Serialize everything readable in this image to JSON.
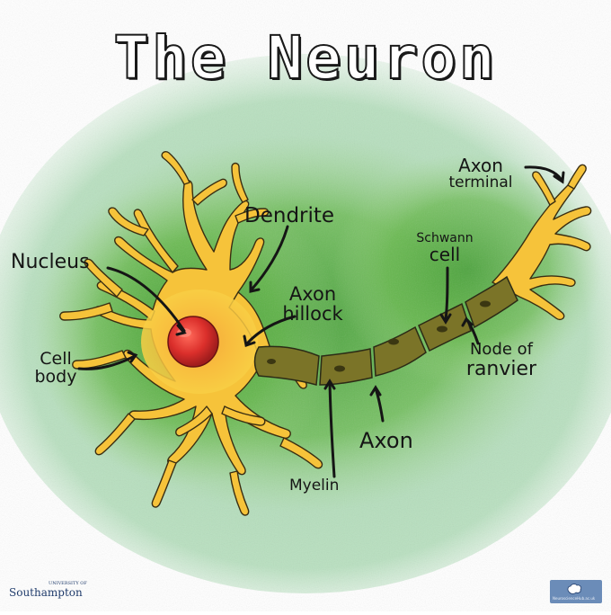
{
  "title": "The Neuron",
  "labels": {
    "axon_terminal": [
      "Axon",
      "terminal"
    ],
    "dendrite": "Dendrite",
    "schwann_cell": [
      "Schwann",
      "cell"
    ],
    "nucleus": "Nucleus",
    "axon_hillock": [
      "Axon",
      "hillock"
    ],
    "cell_body": [
      "Cell",
      "body"
    ],
    "node_of_ranvier": [
      "Node of",
      "ranvier"
    ],
    "axon": "Axon",
    "myelin": "Myelin"
  },
  "logos": {
    "left_small": "UNIVERSITY OF",
    "left_big": "Southampton",
    "right_url": "NeuroscienceHub.ac.uk"
  },
  "colors": {
    "background_wash": "#9fd0a6",
    "glow_green": "#4fa83b",
    "cell_fill": "#f6c33a",
    "cell_center": "#f7a43a",
    "nucleus": "#d92f2f",
    "myelin": "#7b7428",
    "outline": "#2b2b2b"
  }
}
